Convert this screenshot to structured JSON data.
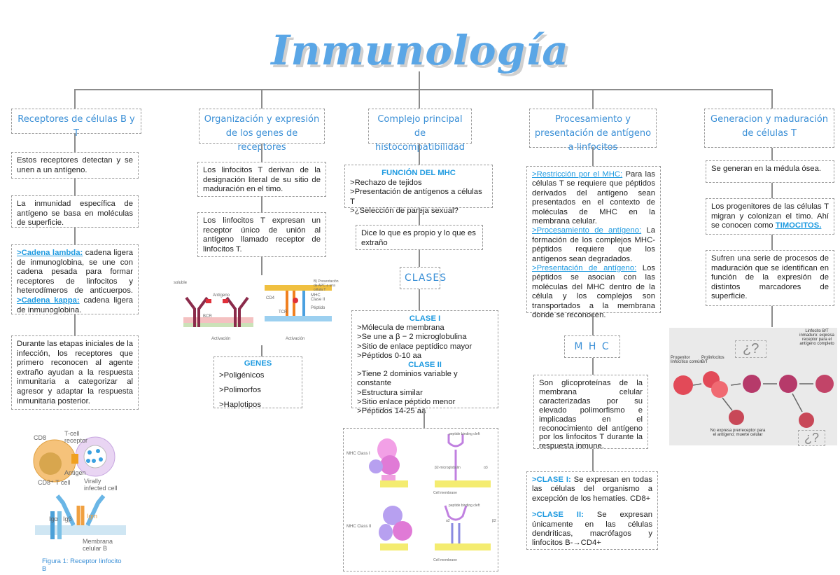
{
  "title": "Inmunología",
  "columns": [
    {
      "heading": "Receptores de células B y T",
      "boxes": [
        "Estos receptores detectan y se unen a un antígeno.",
        "La inmunidad específica de antígeno se basa en moléculas de superficie.",
        {
          "l1": ">Cadena lambda:",
          "t1": " cadena ligera de inmunoglobina, se une con cadena pesada para formar receptores de linfocitos y heterodímeros de anticuerpos.",
          "l2": ">Cadena kappa:",
          "t2": " cadena ligera de inmunoglobina."
        },
        "Durante las etapas iniciales de la infección, los receptores que primero reconocen al agente extraño ayudan a la respuesta inmunitaria a categorizar al agresor y adaptar la respuesta inmunitaria posterior."
      ],
      "fig1": {
        "cd8": "CD8",
        "tcr": "T-cell receptor",
        "antigen": "Antigen",
        "cd8cell": "CD8⁺ T cell",
        "infected": "Virally infected cell"
      },
      "fig2": {
        "iga": "Igα",
        "igb": "Igβ",
        "igm": "Igm",
        "membrane": "Membrana celular B",
        "caption": "Figura 1: Receptor linfocito B"
      }
    },
    {
      "heading": "Organización y expresión de los genes de receptores",
      "boxes": [
        "Los linfocitos T derivan de la designación literal de su sitio de maduración en el timo.",
        "Los linfocitos T expresan un receptor único de unión al antígeno llamado receptor de linfocitos T."
      ],
      "fig": {
        "soluble": "soluble",
        "antigen": "Antígeno",
        "bcr": "BCR",
        "act1": "Activación",
        "apc": "B) Presentación de APC a una célula T",
        "cd4": "CD4",
        "mhc": "MHC Clase II",
        "peptide": "Péptido",
        "tcr": "TCR",
        "act2": "Activación"
      },
      "genes": {
        "title": "GENES",
        "items": [
          ">Poligénicos",
          ">Polimorfos",
          ">Haplotipos"
        ]
      }
    },
    {
      "heading": "Complejo principal de histocompatibilidad",
      "funcion": {
        "title": "FUNCIÓN DEL MHC",
        "items": [
          ">Rechazo de tejidos",
          ">Presentación de antígenos a células T",
          ">¿Selección de pareja sexual?"
        ]
      },
      "propio": "Dice lo que es propio y lo que es extraño",
      "clases_label": "CLASES",
      "clase1": {
        "title": "CLASE I",
        "items": [
          ">Mólecula de membrana",
          ">Se une a β − 2 microglobulina",
          ">Sitio de enlace peptídico mayor",
          ">Péptidos 0-10 aa"
        ]
      },
      "clase2": {
        "title": "CLASE II",
        "items": [
          ">Tiene 2 dominios variable y constante",
          ">Estructura similar",
          ">Sitio enlace péptido menor",
          ">Péptidos 14-25 aa"
        ]
      },
      "fig": {
        "cleft1": "peptide binding cleft",
        "class1": "MHC Class I",
        "b2m": "β2-microglobulin",
        "a3": "α3",
        "membrane1": "Cell membrane",
        "cleft2": "peptide binding cleft",
        "class2": "MHC Class II",
        "a2": "α2",
        "b2": "β2",
        "membrane2": "Cell membrane"
      }
    },
    {
      "heading": "Procesamiento y presentación de antígeno a linfocitos",
      "box": [
        {
          "link": ">Restricción por el MHC:",
          "text": " Para las células T se requiere que péptidos derivados del antígeno sean presentados en el contexto de moléculas de MHC en la membrana celular."
        },
        {
          "link": ">Procesamiento de antígeno:",
          "text": " La formación de los complejos MHC-péptidos requiere que los antígenos sean degradados."
        },
        {
          "link": ">Presentación de antígeno:",
          "text": " Los péptidos se asocian con las moléculas del MHC dentro de la célula y los complejos son transportados a la membrana donde se reconocen."
        }
      ],
      "mhc_label": "M H C",
      "glico": "Son glicoproteínas de la membrana celular caracterizadas por su elevado polimorfismo e implicadas en el reconocimiento del antígeno por los linfocitos T durante la respuesta inmune.",
      "clases": [
        {
          "label": ">CLASE I:",
          "text": " Se expresan en todas las células del organismo a excepción de los hematíes. CD8+"
        },
        {
          "label": ">CLASE II:",
          "text": " Se expresan únicamente en las células dendríticas, macrófagos y linfocitos B-→CD4+"
        }
      ]
    },
    {
      "heading": "Generacion y maduración de células T",
      "boxes": [
        "Se generan en la médula ósea.",
        {
          "text": "Los progenitores de las células T migran y colonizan el timo. Ahí se conocen como ",
          "bold": "TIMOCITOS."
        },
        "Sufren una serie de procesos de maduración que se identifican en función de la expresión de distintos marcadores de superficie."
      ],
      "fig": {
        "q": "¿?",
        "inmaduro": "Linfocito B/T inmaduro: expresa receptor para el antígeno completo",
        "progenitor": "Progenitor linfocítico común",
        "prolinfo": "Prolinfocitos B/T",
        "noexpresa": "No expresa prerreceptor para el antígeno; muerte celular",
        "q2": "¿?"
      }
    }
  ]
}
